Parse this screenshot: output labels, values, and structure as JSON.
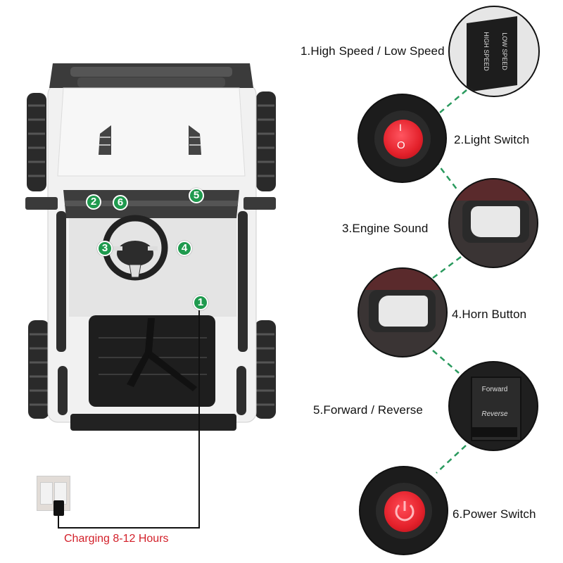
{
  "features": [
    {
      "number": "1",
      "label": "1.High Speed / Low Speed",
      "switch": {
        "top_text": "HIGH SPEED",
        "bottom_text": "LOW SPEED"
      }
    },
    {
      "number": "2",
      "label": "2.Light Switch",
      "switch": {
        "on_symbol": "I",
        "off_symbol": "O"
      }
    },
    {
      "number": "3",
      "label": "3.Engine Sound"
    },
    {
      "number": "4",
      "label": "4.Horn Button"
    },
    {
      "number": "5",
      "label": "5.Forward / Reverse",
      "switch": {
        "top_text": "Forward",
        "bottom_text": "Reverse"
      }
    },
    {
      "number": "6",
      "label": "6.Power Switch",
      "switch": {
        "symbol": "power-icon"
      }
    }
  ],
  "markers": [
    "1",
    "2",
    "3",
    "4",
    "5",
    "6"
  ],
  "charging": {
    "label": "Charging 8-12 Hours",
    "color": "#d3202a"
  },
  "colors": {
    "marker_green": "#1f9a4e",
    "connector_green": "#2a9a5e",
    "switch_red": "#e3202a"
  }
}
